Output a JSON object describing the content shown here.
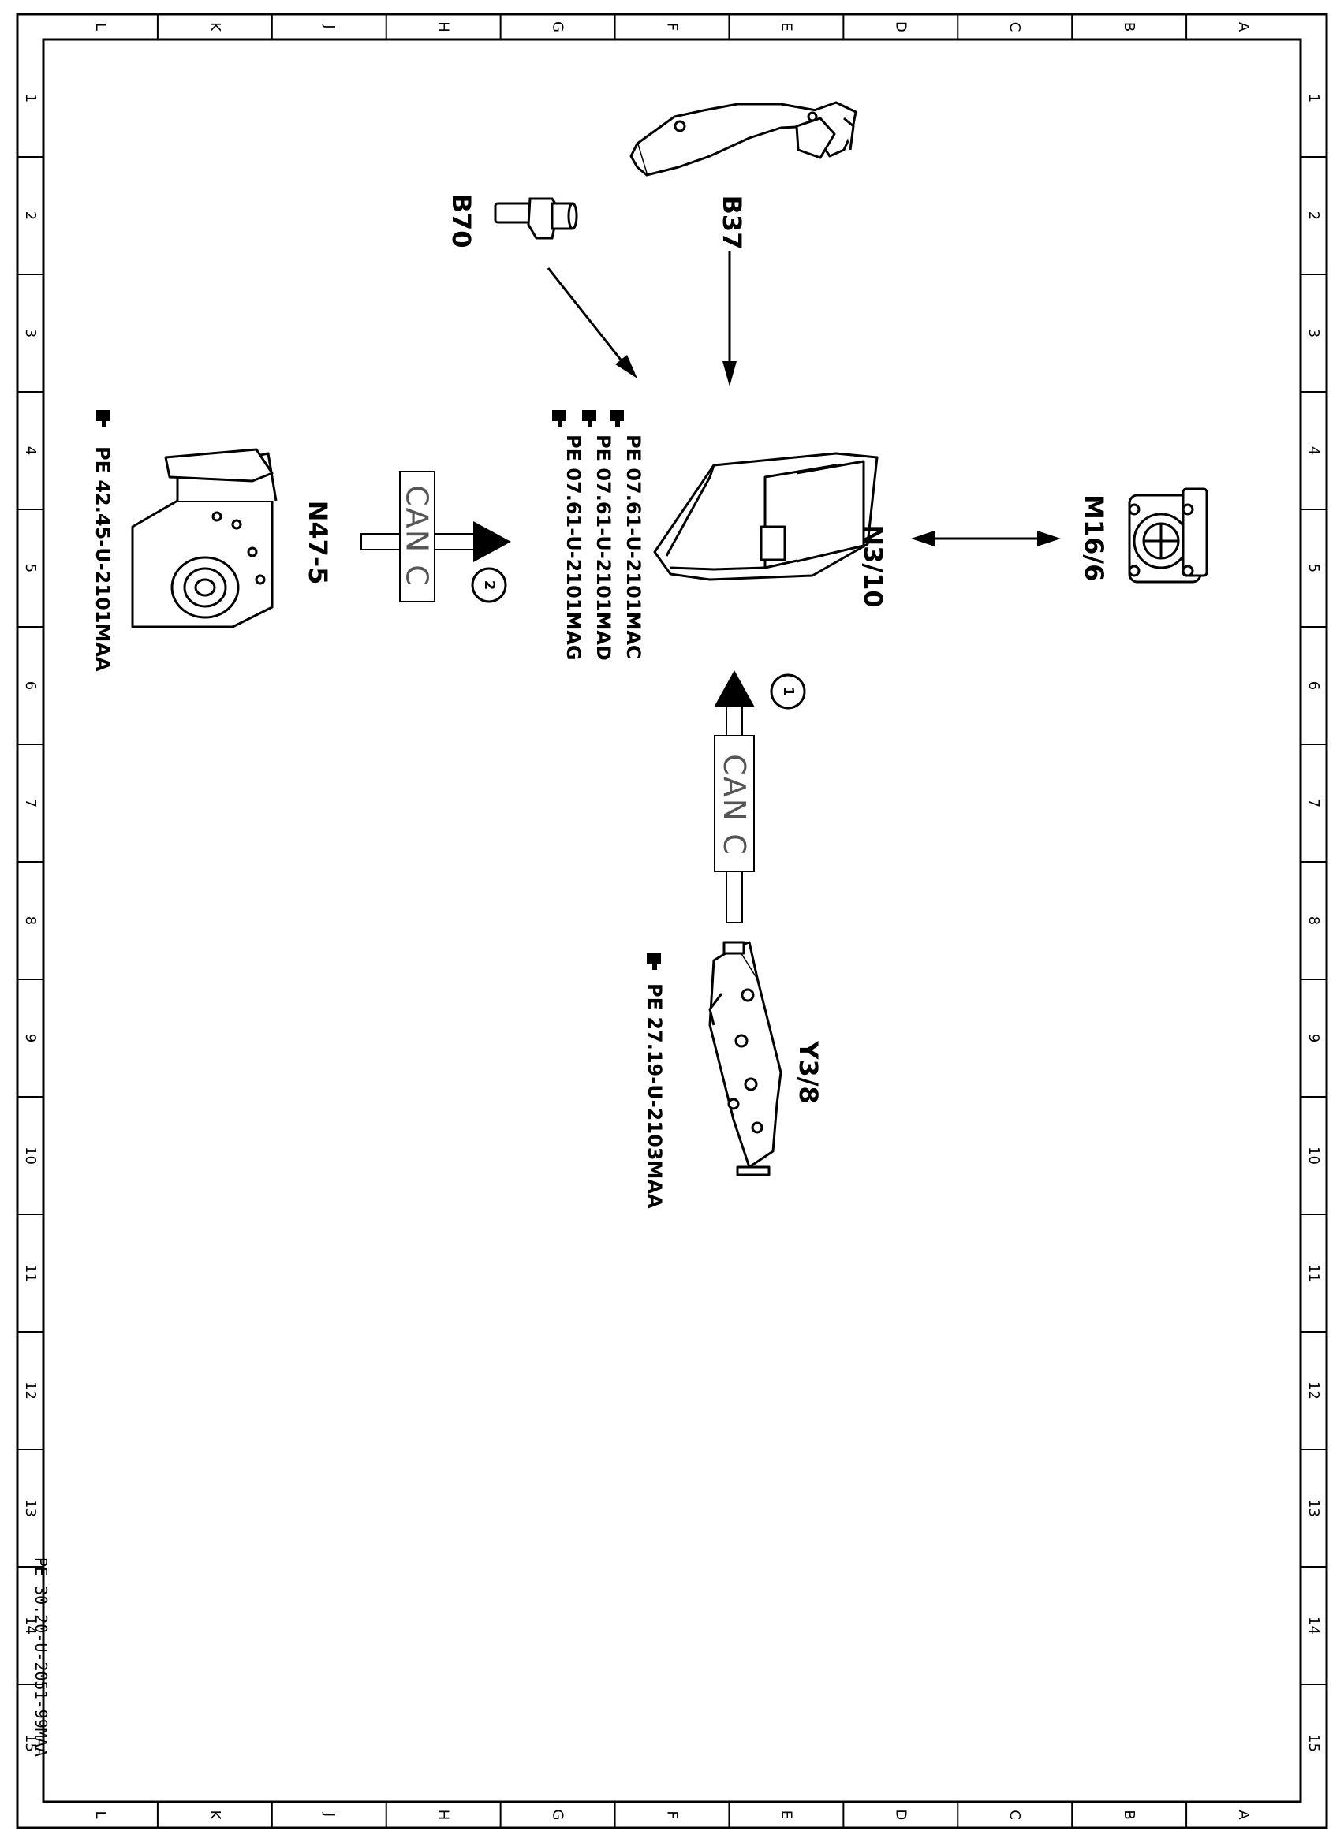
{
  "columns": [
    "L",
    "K",
    "J",
    "H",
    "G",
    "F",
    "E",
    "D",
    "C",
    "B",
    "A"
  ],
  "rows": [
    "1",
    "2",
    "3",
    "4",
    "5",
    "6",
    "7",
    "8",
    "9",
    "10",
    "11",
    "12",
    "13",
    "14",
    "15"
  ],
  "components": {
    "b37": "B37",
    "b70": "B70",
    "n3_10": "N3/10",
    "m16_6": "M16/6",
    "n47_5": "N47-5",
    "y3_8": "Y3/8"
  },
  "references": {
    "n3_10": [
      "PE  07.61-U-2101MAC",
      "PE  07.61-U-2101MAD",
      "PE  07.61-U-2101MAG"
    ],
    "n47_5": "PE  42.45-U-2101MAA",
    "y3_8": "PE  27.19-U-2103MAA"
  },
  "can_links": [
    {
      "label": "CAN  C",
      "badge": "1"
    },
    {
      "label": "CAN  C",
      "badge": "2"
    }
  ],
  "document_id": "PE 30.20-U-2051-99MAA"
}
